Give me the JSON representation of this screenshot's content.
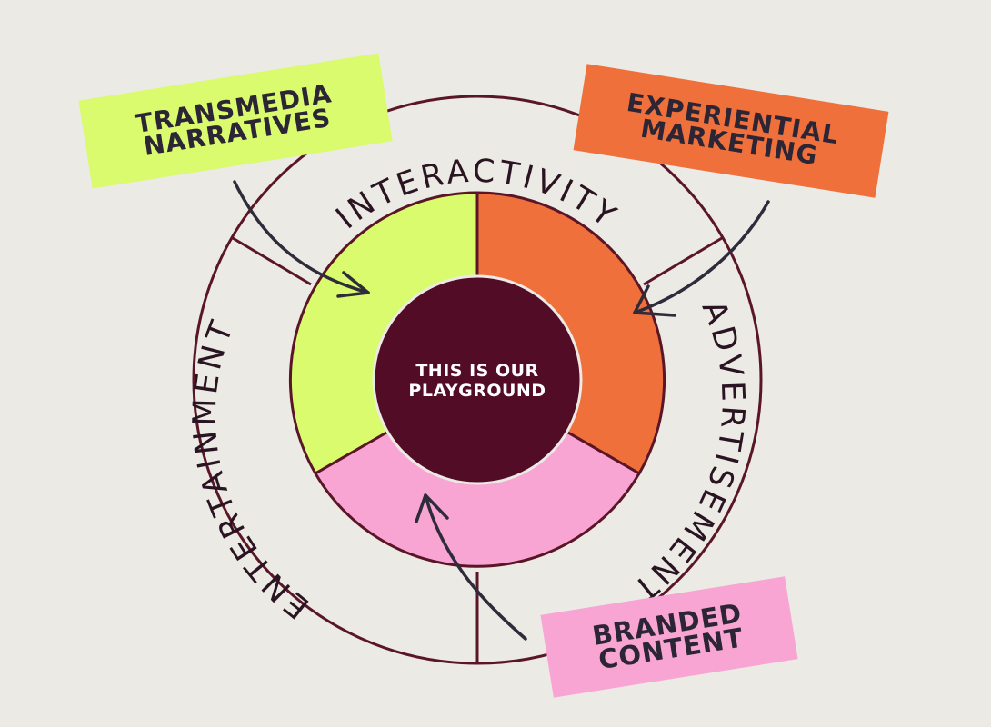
{
  "colors": {
    "background": "#ebeae5",
    "outline": "#5a1627",
    "center": "#520c25",
    "green": "#d9fb6d",
    "orange": "#ef703b",
    "pink": "#f9a5d4",
    "arrow": "#2e2c3a"
  },
  "ring": {
    "top": "INTERACTIVITY",
    "right": "ADVERTISEMENT",
    "left": "ENTERTAINMENT"
  },
  "center": {
    "line1": "THIS IS OUR",
    "line2": "PLAYGROUND"
  },
  "labels": {
    "transmedia": "TRANSMEDIA\nNARRATIVES",
    "experiential": "EXPERIENTIAL\nMARKETING",
    "branded": "BRANDED\nCONTENT"
  }
}
